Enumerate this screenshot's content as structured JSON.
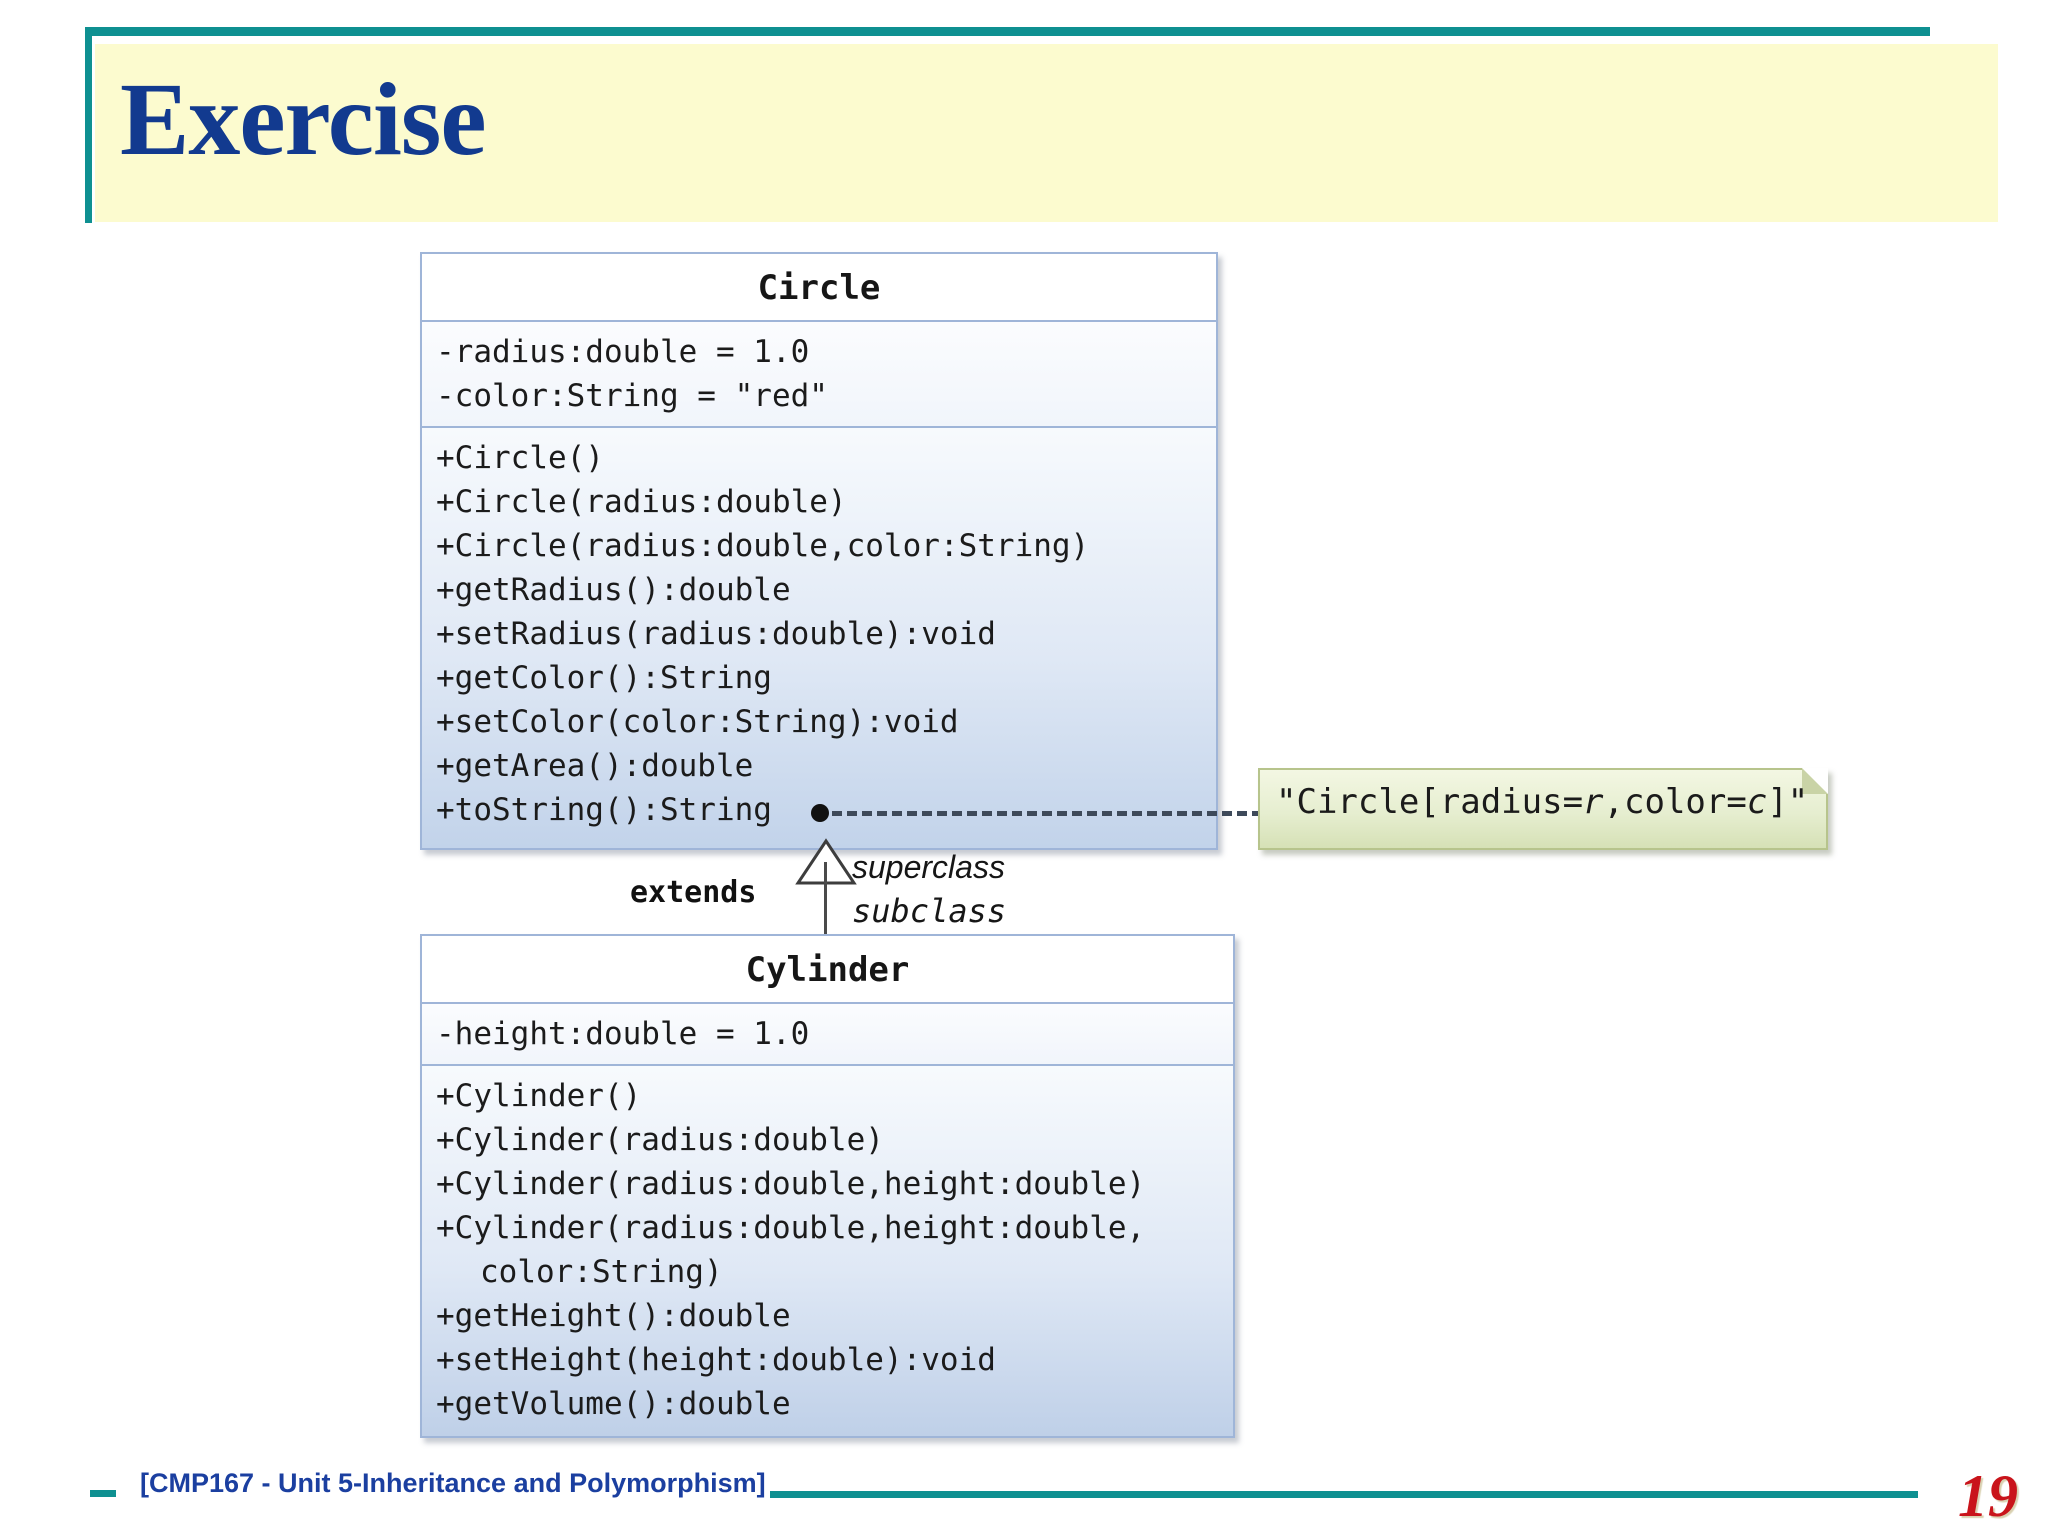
{
  "slide": {
    "title": "Exercise",
    "page_number": "19",
    "footer_text": "[CMP167 - Unit 5-Inheritance and Polymorphism]",
    "accent_teal": "#0e9091",
    "title_color": "#123a8f",
    "banner_color": "#fcfbcf",
    "page_number_color": "#c9141b",
    "footer_text_color": "#1b3fa0"
  },
  "diagram": {
    "type": "uml-class-diagram",
    "relationship_label": "extends",
    "superclass_label": "superclass",
    "subclass_label": "subclass",
    "classes": [
      {
        "name": "Circle",
        "attributes": [
          "-radius:double = 1.0",
          "-color:String = \"red\""
        ],
        "methods": [
          "+Circle()",
          "+Circle(radius:double)",
          "+Circle(radius:double,color:String)",
          "+getRadius():double",
          "+setRadius(radius:double):void",
          "+getColor():String",
          "+setColor(color:String):void",
          "+getArea():double",
          "+toString():String"
        ]
      },
      {
        "name": "Cylinder",
        "attributes": [
          "-height:double = 1.0"
        ],
        "methods": [
          "+Cylinder()",
          "+Cylinder(radius:double)",
          "+Cylinder(radius:double,height:double)",
          "+Cylinder(radius:double,height:double,",
          "color:String)",
          "+getHeight():double",
          "+setHeight(height:double):void",
          "+getVolume():double"
        ]
      }
    ],
    "note": {
      "prefix": "\"Circle[radius=",
      "italic_1": "r",
      "middle": ",color=",
      "italic_2": "c",
      "suffix": "]\"",
      "full_text": "\"Circle[radius=r,color=c]\"",
      "attached_to": "+toString():String",
      "background": "#e6eed0"
    }
  }
}
